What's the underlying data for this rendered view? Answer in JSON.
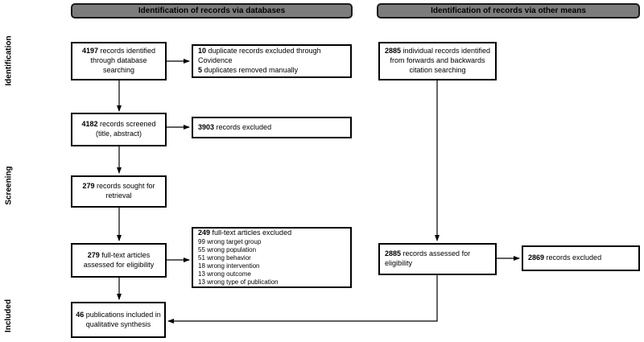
{
  "headers": {
    "databases": "Identification of records via databases",
    "other_means": "Identification of records via other means"
  },
  "stages": {
    "identification": "Identification",
    "screening": "Screening",
    "included": "Included"
  },
  "boxes": {
    "db_identified": {
      "num": "4197",
      "rest": " records identified through database searching"
    },
    "duplicates_excluded": {
      "line1_num": "10",
      "line1_rest": " duplicate records excluded through Covidence",
      "line2_num": "5",
      "line2_rest": " duplicates removed manually"
    },
    "records_screened": {
      "num": "4182",
      "rest": " records screened (title, abstract)"
    },
    "records_excluded": {
      "num": "3903",
      "rest": " records excluded"
    },
    "records_sought": {
      "num": "279",
      "rest": " records sought for retrieval"
    },
    "fulltext_assessed": {
      "num": "279",
      "rest": " full-text articles assessed for eligibility"
    },
    "fulltext_excluded": {
      "num": "249",
      "rest": " full-text articles excluded",
      "reasons": [
        "99 wrong target group",
        "55 wrong population",
        "51 wrong behavior",
        "18 wrong intervention",
        "13 wrong outcome",
        "13 wrong type of publication"
      ]
    },
    "qualitative_synthesis": {
      "num": "46",
      "rest": " publications included in qualitative synthesis"
    },
    "citation_identified": {
      "num": "2885",
      "rest": " individual records identified from forwards and backwards citation searching"
    },
    "citation_assessed": {
      "num": "2885",
      "rest": " records assessed for eligibility"
    },
    "citation_excluded": {
      "num": "2869",
      "rest": " records excluded"
    }
  },
  "colors": {
    "header_bg": "#7c7c7c",
    "border": "#000000",
    "background": "#ffffff"
  }
}
